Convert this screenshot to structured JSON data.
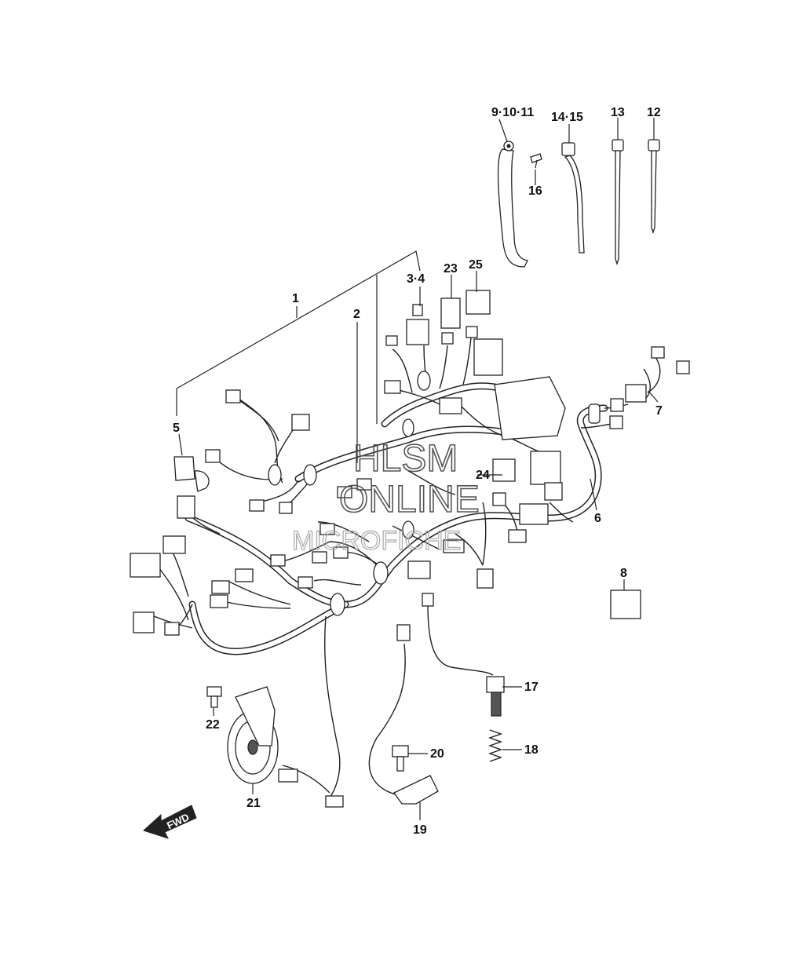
{
  "diagram": {
    "callouts": [
      {
        "id": "c1",
        "label": "1"
      },
      {
        "id": "c2",
        "label": "2"
      },
      {
        "id": "c34",
        "label": "3·4"
      },
      {
        "id": "c5",
        "label": "5"
      },
      {
        "id": "c6",
        "label": "6"
      },
      {
        "id": "c7",
        "label": "7"
      },
      {
        "id": "c8",
        "label": "8"
      },
      {
        "id": "c91011",
        "label": "9·10·11"
      },
      {
        "id": "c12",
        "label": "12"
      },
      {
        "id": "c13",
        "label": "13"
      },
      {
        "id": "c1415",
        "label": "14·15"
      },
      {
        "id": "c16",
        "label": "16"
      },
      {
        "id": "c17",
        "label": "17"
      },
      {
        "id": "c18",
        "label": "18"
      },
      {
        "id": "c19",
        "label": "19"
      },
      {
        "id": "c20",
        "label": "20"
      },
      {
        "id": "c21",
        "label": "21"
      },
      {
        "id": "c22",
        "label": "22"
      },
      {
        "id": "c23",
        "label": "23"
      },
      {
        "id": "c24",
        "label": "24"
      },
      {
        "id": "c25",
        "label": "25"
      }
    ],
    "fwd_label": "FWD",
    "watermark": {
      "line1": "HLSM",
      "line2": "ONLINE",
      "line3": "MICROFICHE"
    }
  }
}
